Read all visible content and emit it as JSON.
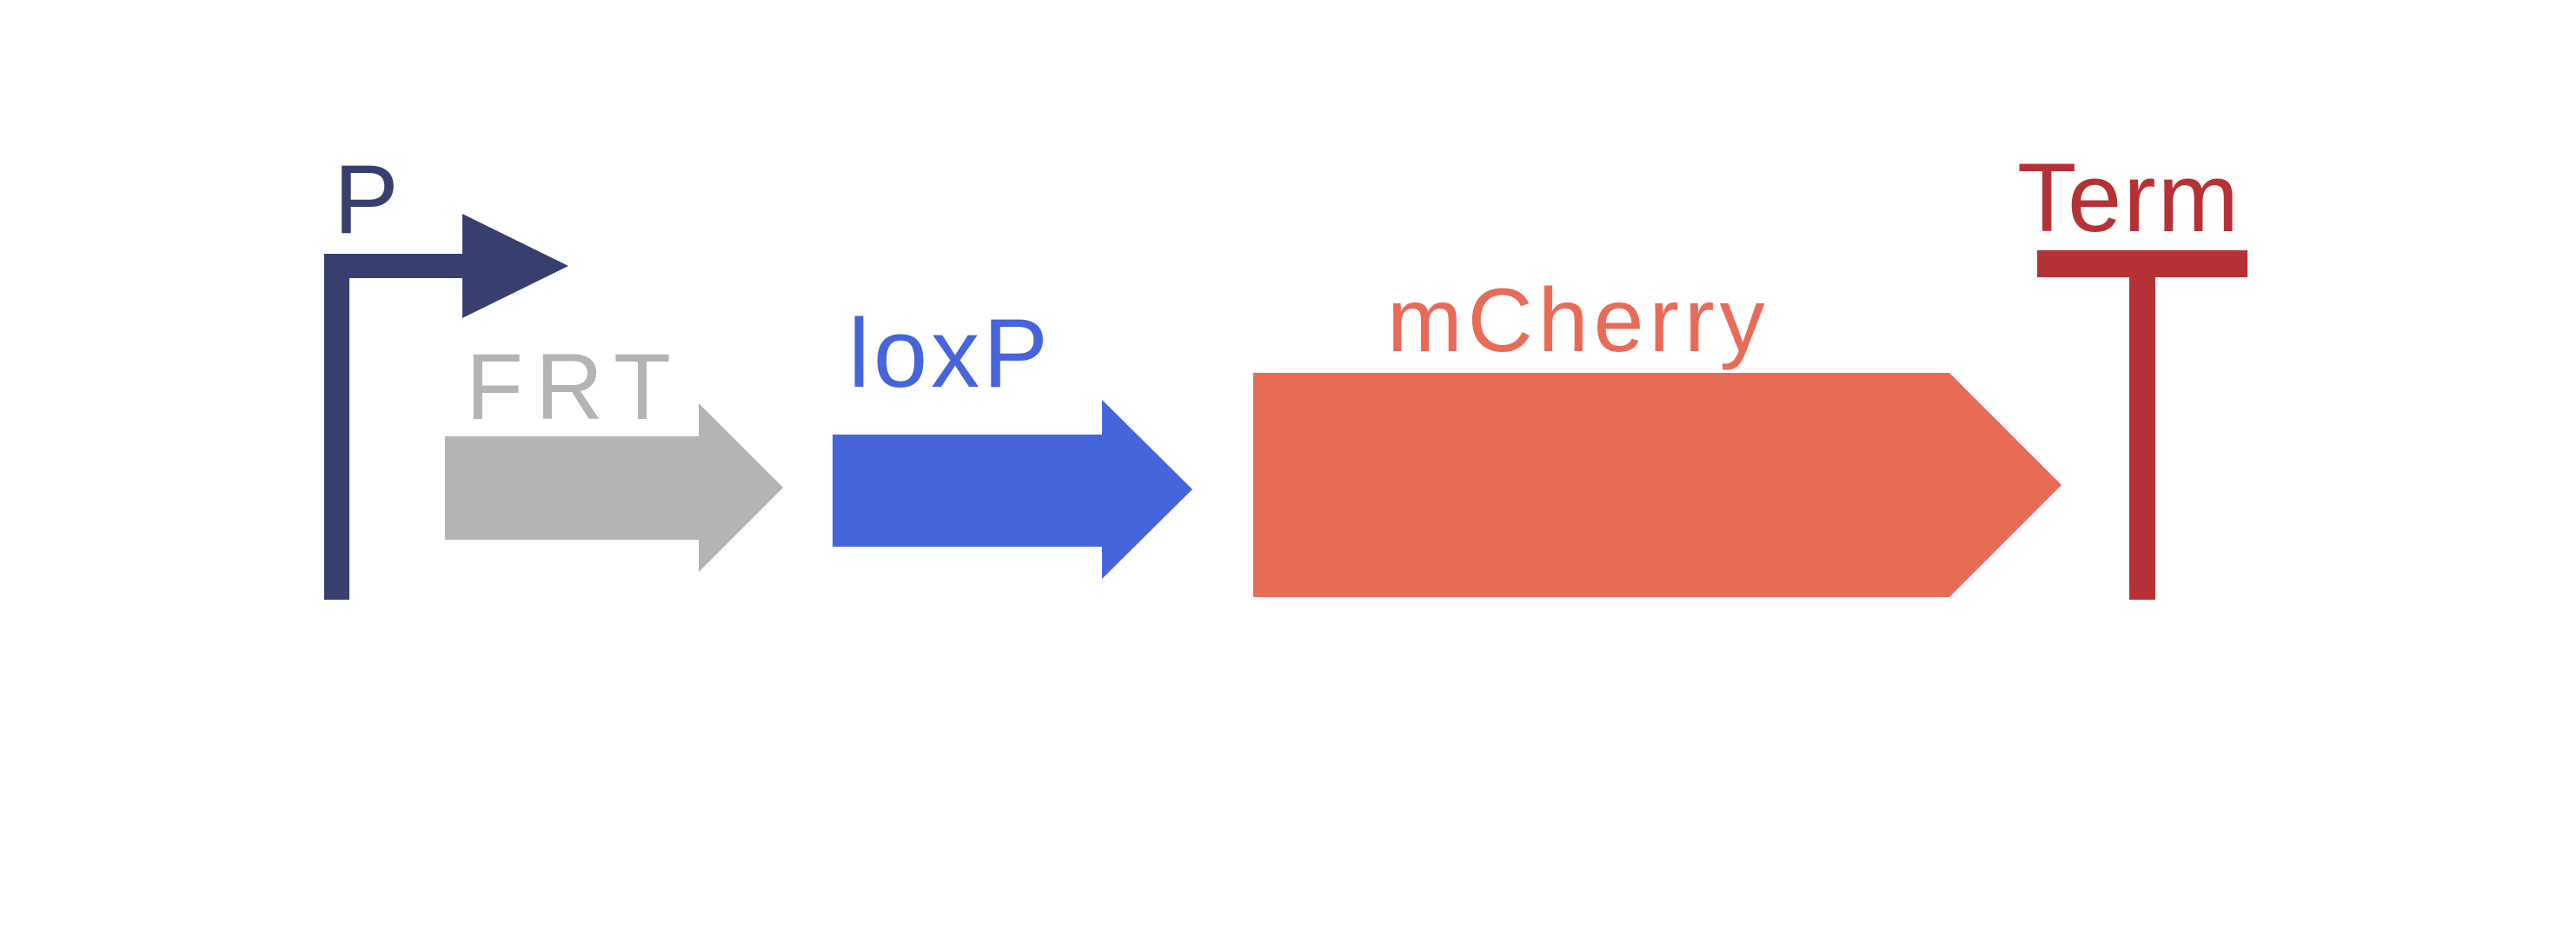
{
  "parts": {
    "promoter": {
      "label": "P",
      "color": "#373f6e",
      "icon": "promoter-arrow"
    },
    "frt": {
      "label": "FRT",
      "color": "#b4b4b4",
      "icon": "site-arrow"
    },
    "loxp": {
      "label": "loxP",
      "color": "#4665db",
      "icon": "site-arrow"
    },
    "mcherry": {
      "label": "mCherry",
      "color": "#e86b58",
      "icon": "cds-arrow"
    },
    "terminator": {
      "label": "Term",
      "color": "#b63135",
      "icon": "terminator-t"
    }
  }
}
